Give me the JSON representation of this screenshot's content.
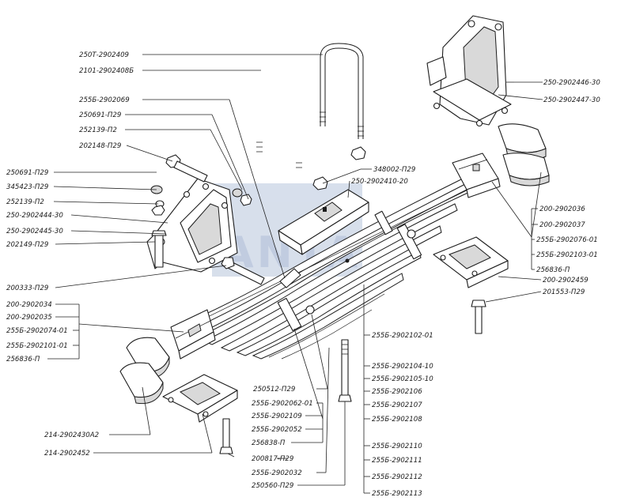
{
  "watermark": {
    "text": "SANTA",
    "color": "#8fa4c8"
  },
  "labels_left": [
    {
      "text": "250Т-2902409"
    },
    {
      "text": "2101-2902408Б"
    },
    {
      "text": "255Б-2902069"
    },
    {
      "text": "250691-П29"
    },
    {
      "text": "252139-П2"
    },
    {
      "text": "202148-П29"
    },
    {
      "text": "250691-П29"
    },
    {
      "text": "345423-П29"
    },
    {
      "text": "252139-П2"
    },
    {
      "text": "250-2902444-30"
    },
    {
      "text": "250-2902445-30"
    },
    {
      "text": "202149-П29"
    },
    {
      "text": "200333-П29"
    },
    {
      "text": "200-2902034"
    },
    {
      "text": "200-2902035"
    },
    {
      "text": "255Б-2902074-01"
    },
    {
      "text": "255Б-2902101-01"
    },
    {
      "text": "256836-П"
    },
    {
      "text": "214-2902430А2"
    },
    {
      "text": "214-2902452"
    }
  ],
  "labels_right": [
    {
      "text": "250-2902446-30"
    },
    {
      "text": "250-2902447-30"
    },
    {
      "text": "348002-П29"
    },
    {
      "text": "250-2902410-20"
    },
    {
      "text": "200-2902036"
    },
    {
      "text": "200-2902037"
    },
    {
      "text": "255Б-2902076-01"
    },
    {
      "text": "255Б-2902103-01"
    },
    {
      "text": "256836-П"
    },
    {
      "text": "200-2902459"
    },
    {
      "text": "201553-П29"
    }
  ],
  "labels_bottom": [
    {
      "text": "255Б-2902102-01"
    },
    {
      "text": "255Б-2902104-10"
    },
    {
      "text": "255Б-2902105-10"
    },
    {
      "text": "255Б-2902106"
    },
    {
      "text": "255Б-2902107"
    },
    {
      "text": "255Б-2902108"
    },
    {
      "text": "255Б-2902110"
    },
    {
      "text": "255Б-2902111"
    },
    {
      "text": "255Б-2902112"
    },
    {
      "text": "255Б-2902113"
    },
    {
      "text": "250512-П29"
    },
    {
      "text": "255Б-2902062-01"
    },
    {
      "text": "255Б-2902109"
    },
    {
      "text": "255Б-2902052"
    },
    {
      "text": "256838-П"
    },
    {
      "text": "200817-П29"
    },
    {
      "text": "255Б-2902032"
    },
    {
      "text": "250560-П29"
    }
  ]
}
